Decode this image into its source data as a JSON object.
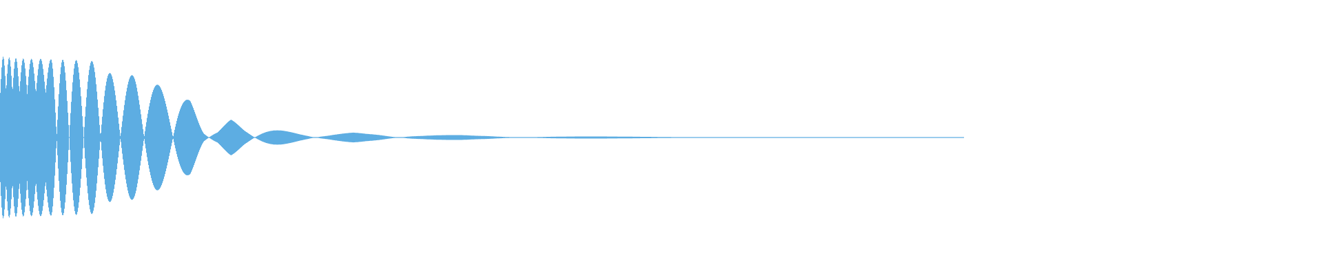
{
  "waveform": {
    "color": "#5dade2",
    "background": "#ffffff",
    "envelope": [
      1.0,
      0.98,
      0.97,
      0.97,
      0.96,
      0.96,
      0.95,
      0.94,
      0.8,
      0.74,
      0.78,
      0.68,
      0.63,
      0.58,
      0.45,
      0.12,
      0.1,
      0.22,
      0.14,
      0.12,
      0.1,
      0.08,
      0.06,
      0.05,
      0.04,
      0.05,
      0.06,
      0.05,
      0.05,
      0.04,
      0.04,
      0.03,
      0.03,
      0.03,
      0.03,
      0.025,
      0.025,
      0.02,
      0.02,
      0.02,
      0.018,
      0.016,
      0.015,
      0.014,
      0.013,
      0.012,
      0.011,
      0.01,
      0.01,
      0.009,
      0.009,
      0.008,
      0.008,
      0.007,
      0.007,
      0.006,
      0.006,
      0.005,
      0.005,
      0.004,
      0.004,
      0.004,
      0.003,
      0.003,
      0.003,
      0.003,
      0.003,
      0.002,
      0.002,
      0.002,
      0.002,
      0.002
    ],
    "visible_fraction": 0.728
  }
}
